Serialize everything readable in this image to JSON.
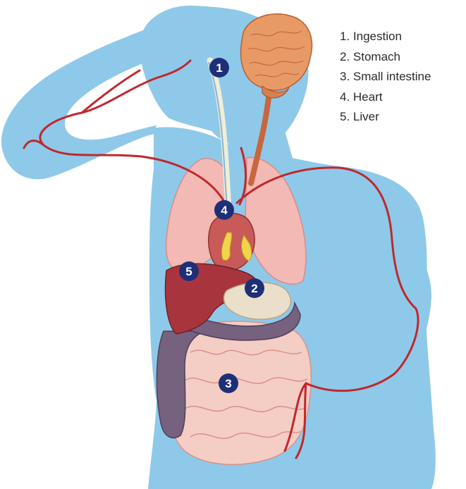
{
  "legend": {
    "items": [
      "1. Ingestion",
      "2. Stomach",
      "3. Small intestine",
      "4. Heart",
      "5. Liver"
    ]
  },
  "markers": [
    {
      "id": "1",
      "organ": "ingestion",
      "label": "1"
    },
    {
      "id": "2",
      "organ": "stomach",
      "label": "2"
    },
    {
      "id": "3",
      "organ": "small-intestine",
      "label": "3"
    },
    {
      "id": "4",
      "organ": "heart",
      "label": "4"
    },
    {
      "id": "5",
      "organ": "liver",
      "label": "5"
    }
  ],
  "colors": {
    "silhouette": "#8ec9ea",
    "artery": "#c0282c",
    "marker": "#1e2f78",
    "marker_text": "#ffffff",
    "brain": "#e79a66",
    "lung": "#f3b9b4",
    "liver": "#a8353d",
    "stomach": "#eadfcb",
    "colon": "#76627f",
    "small_intestine": "#f4cdc5",
    "heart": "#c85a58",
    "bile": "#f0d54b",
    "esophagus": "#f2edd6",
    "vein": "#84b4d8"
  }
}
